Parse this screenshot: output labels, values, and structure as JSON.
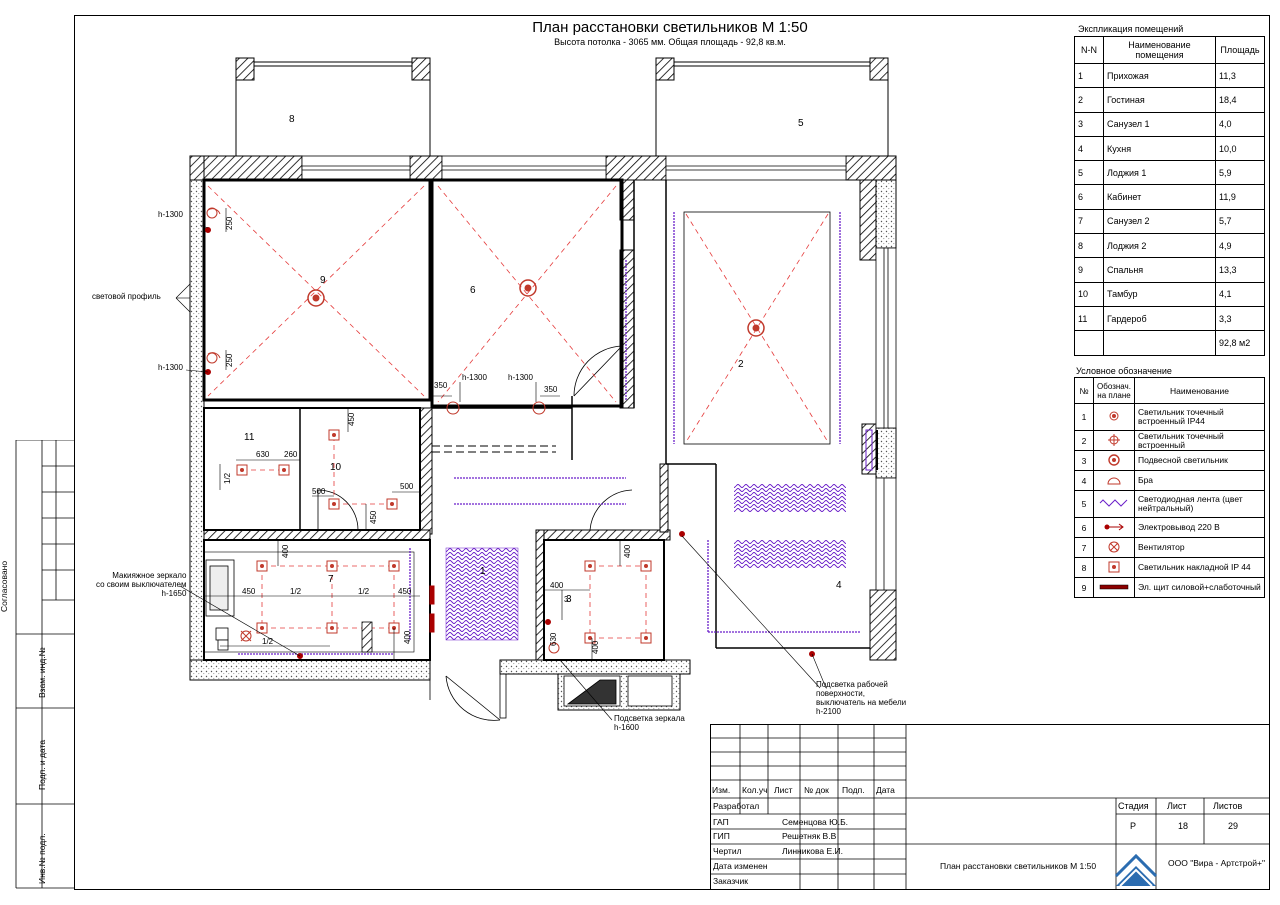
{
  "title": "План расстановки светильников М 1:50",
  "subtitle": "Высота потолка - 3065 мм. Общая площадь - 92,8 кв.м.",
  "explication": {
    "caption": "Экспликация  помещений",
    "headers": [
      "N-N",
      "Наименование помещения",
      "Площадь"
    ],
    "rows": [
      [
        "1",
        "Прихожая",
        "11,3"
      ],
      [
        "2",
        "Гостиная",
        "18,4"
      ],
      [
        "3",
        "Санузел 1",
        "4,0"
      ],
      [
        "4",
        "Кухня",
        "10,0"
      ],
      [
        "5",
        "Лоджия 1",
        "5,9"
      ],
      [
        "6",
        "Кабинет",
        "11,9"
      ],
      [
        "7",
        "Санузел 2",
        "5,7"
      ],
      [
        "8",
        "Лоджия 2",
        "4,9"
      ],
      [
        "9",
        "Спальня",
        "13,3"
      ],
      [
        "10",
        "Тамбур",
        "4,1"
      ],
      [
        "11",
        "Гардероб",
        "3,3"
      ]
    ],
    "total": "92,8 м2"
  },
  "legend": {
    "caption": "Условное обозначение",
    "headers": [
      "№",
      "Обознач. на плане",
      "Наименование"
    ],
    "rows": [
      {
        "n": "1",
        "icon": "recessed-spot-ip44-icon",
        "text": "Светильник точечный встроенный IP44"
      },
      {
        "n": "2",
        "icon": "recessed-spot-icon",
        "text": "Светильник точечный встроенный"
      },
      {
        "n": "3",
        "icon": "pendant-lamp-icon",
        "text": "Подвесной светильник"
      },
      {
        "n": "4",
        "icon": "sconce-icon",
        "text": "Бра"
      },
      {
        "n": "5",
        "icon": "led-strip-icon",
        "text": "Светодиодная лента (цвет нейтральный)"
      },
      {
        "n": "6",
        "icon": "power-outlet-220-icon",
        "text": "Электровывод 220 В"
      },
      {
        "n": "7",
        "icon": "fan-icon",
        "text": "Вентилятор"
      },
      {
        "n": "8",
        "icon": "surface-lamp-ip44-icon",
        "text": "Светильник накладной IP 44"
      },
      {
        "n": "9",
        "icon": "panel-board-icon",
        "text": "Эл. щит силовой+слаботочный"
      }
    ]
  },
  "plan": {
    "room_numbers": [
      "8",
      "5",
      "9",
      "6",
      "2",
      "11",
      "10",
      "7",
      "1",
      "3",
      "4"
    ],
    "dims": {
      "d250a": "250",
      "d250b": "250",
      "d350a": "350",
      "d350b": "350",
      "d450a": "450",
      "d630": "630",
      "d260": "260",
      "d12a": "1/2",
      "d500a": "500",
      "d500b": "500",
      "d450b": "450",
      "d400a": "400",
      "d450c": "450",
      "d12b": "1/2",
      "d450d": "450",
      "d12c": "1/2",
      "d12d": "1/2",
      "d400b": "400",
      "d400c": "400",
      "d400d": "400",
      "d3": "3",
      "d630b": "630",
      "d400e": "400"
    },
    "heights": {
      "h1": "h-1300",
      "h2": "h-1300",
      "h3": "h-1300",
      "h4": "h-1300"
    },
    "notes": {
      "profile": "световой профиль",
      "mirror": "Макияжное зеркало\nсо своим выключателем\nh-1650",
      "mirror2": "Подсветка зеркала\nh-1600",
      "work": "Подсветка рабочей\nповерхности,\nвыключатель на мебели\nh-2100"
    }
  },
  "stamp": {
    "cols": [
      "Изм.",
      "Кол.уч",
      "Лист",
      "№ док",
      "Подп.",
      "Дата"
    ],
    "rows": [
      {
        "role": "Разработал",
        "name": ""
      },
      {
        "role": "ГАП",
        "name": "Семенцова Ю.Б."
      },
      {
        "role": "ГИП",
        "name": "Решетняк В.В"
      },
      {
        "role": "Чертил",
        "name": "Линникова Е.И."
      },
      {
        "role": "Дата изменен",
        "name": ""
      },
      {
        "role": "Заказчик",
        "name": ""
      }
    ],
    "stage_label": "Стадия",
    "sheet_label": "Лист",
    "sheets_label": "Листов",
    "stage": "Р",
    "sheet": "18",
    "sheets": "29",
    "drawing_title": "План расстановки светильников М 1:50",
    "company": "ООО \"Вира - Артстрой+\""
  },
  "side_labels": [
    "Согласовано",
    "Взам. инд.№",
    "Подп. и дата",
    "Инв.№ подл."
  ]
}
